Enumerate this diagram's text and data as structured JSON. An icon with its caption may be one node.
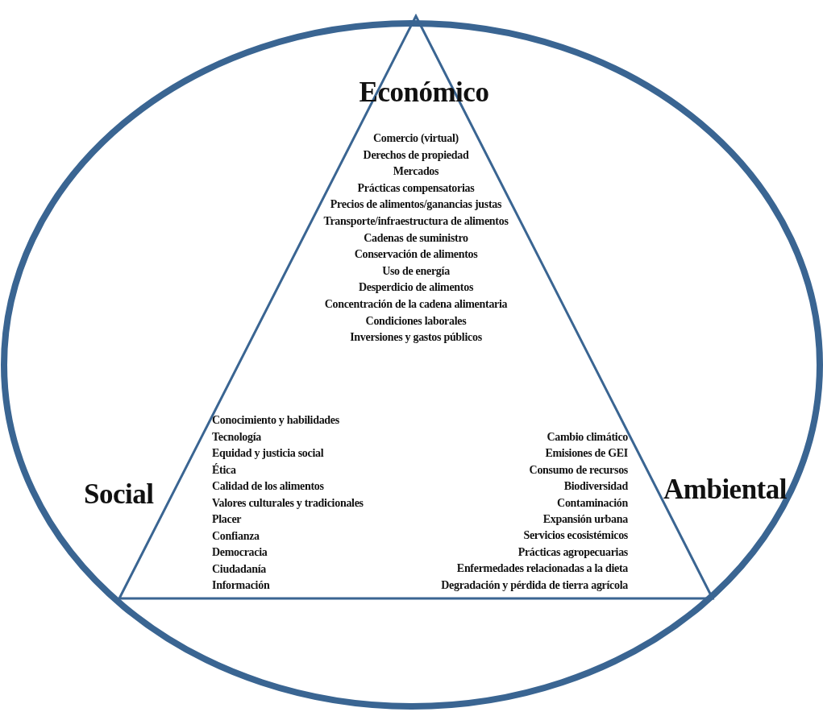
{
  "diagram": {
    "labels": [
      "Económico",
      "Comercio (virtual)",
      "Derechos de propiedad",
      "Mercados",
      "Prácticas compensatorias",
      "Precios de alimentos/ganancias justas",
      "Transporte/infraestructura de alimentos",
      "Cadenas de suministro",
      "Conservación de alimentos",
      "Uso de energía",
      "Desperdicio de alimentos",
      "Concentración de la cadena alimentaria",
      "Condiciones laborales",
      "Inversiones y gastos públicos",
      "Social",
      "Conocimiento y habilidades",
      "Tecnología",
      "Equidad y justicia social",
      "Ética",
      "Calidad de los alimentos",
      "Valores culturales y tradicionales",
      "Placer",
      "Confianza",
      "Democracia",
      "Ciudadanía",
      "Información",
      "Cambio climático",
      "Emisiones de GEI",
      "Consumo de recursos",
      "Biodiversidad",
      "Contaminación",
      "Expansión urbana",
      "Servicios ecosistémicos",
      "Prácticas agropecuarias",
      "Enfermedades relacionadas a la dieta",
      "Degradación y pérdida de tierra agrícola",
      "Ambiental"
    ]
  }
}
